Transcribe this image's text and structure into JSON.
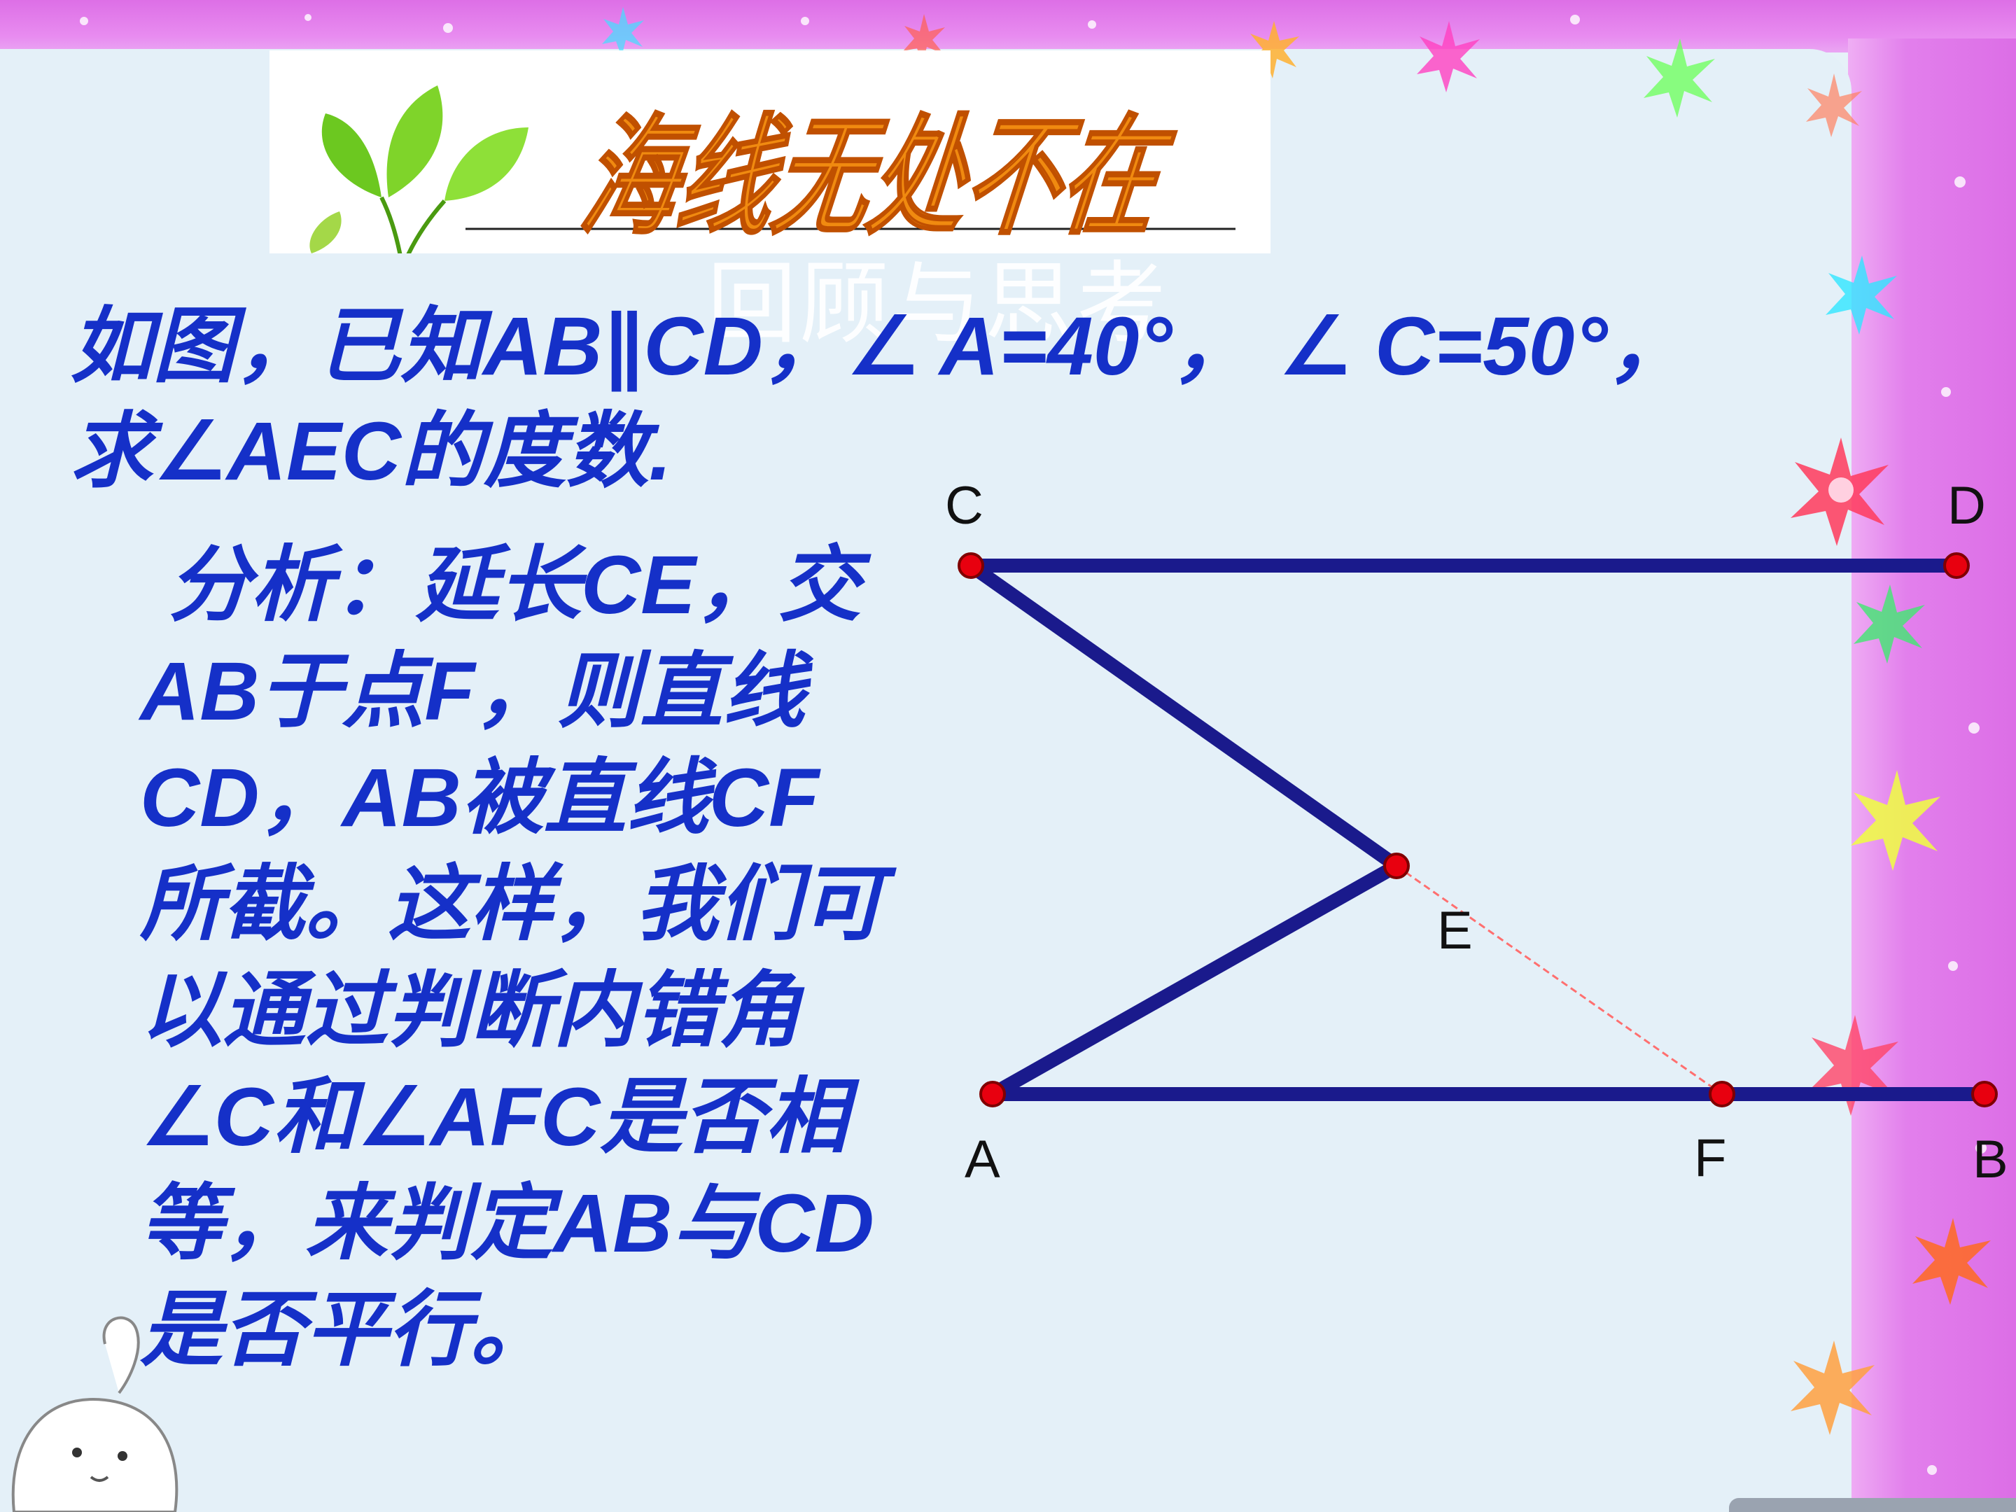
{
  "slide": {
    "banner_title": "海线无处不在",
    "faded_subtitle": "回顾与思考",
    "problem": {
      "line1": "如图，已知AB∥CD，∠ A=40°，  ∠ C=50°，",
      "line2": "求∠AEC的度数."
    },
    "analysis": {
      "lines": [
        "分析：延长CE，交",
        "AB于点F，则直线",
        "CD，AB被直线CF",
        "所截。这样，我们可",
        "以通过判断内错角",
        "∠C和∠AFC是否相",
        "等，来判定AB与CD",
        "是否平行。"
      ]
    },
    "figure": {
      "points": {
        "C": "C",
        "D": "D",
        "E": "E",
        "A": "A",
        "F": "F",
        "B": "B"
      },
      "colors": {
        "segment": "#1a1a8c",
        "point": "#e8000f",
        "auxiliary": "#ff6f6f"
      }
    },
    "colors": {
      "text": "#1530c8",
      "border": "#e07ae9",
      "panel": "#e4f0f8"
    }
  }
}
